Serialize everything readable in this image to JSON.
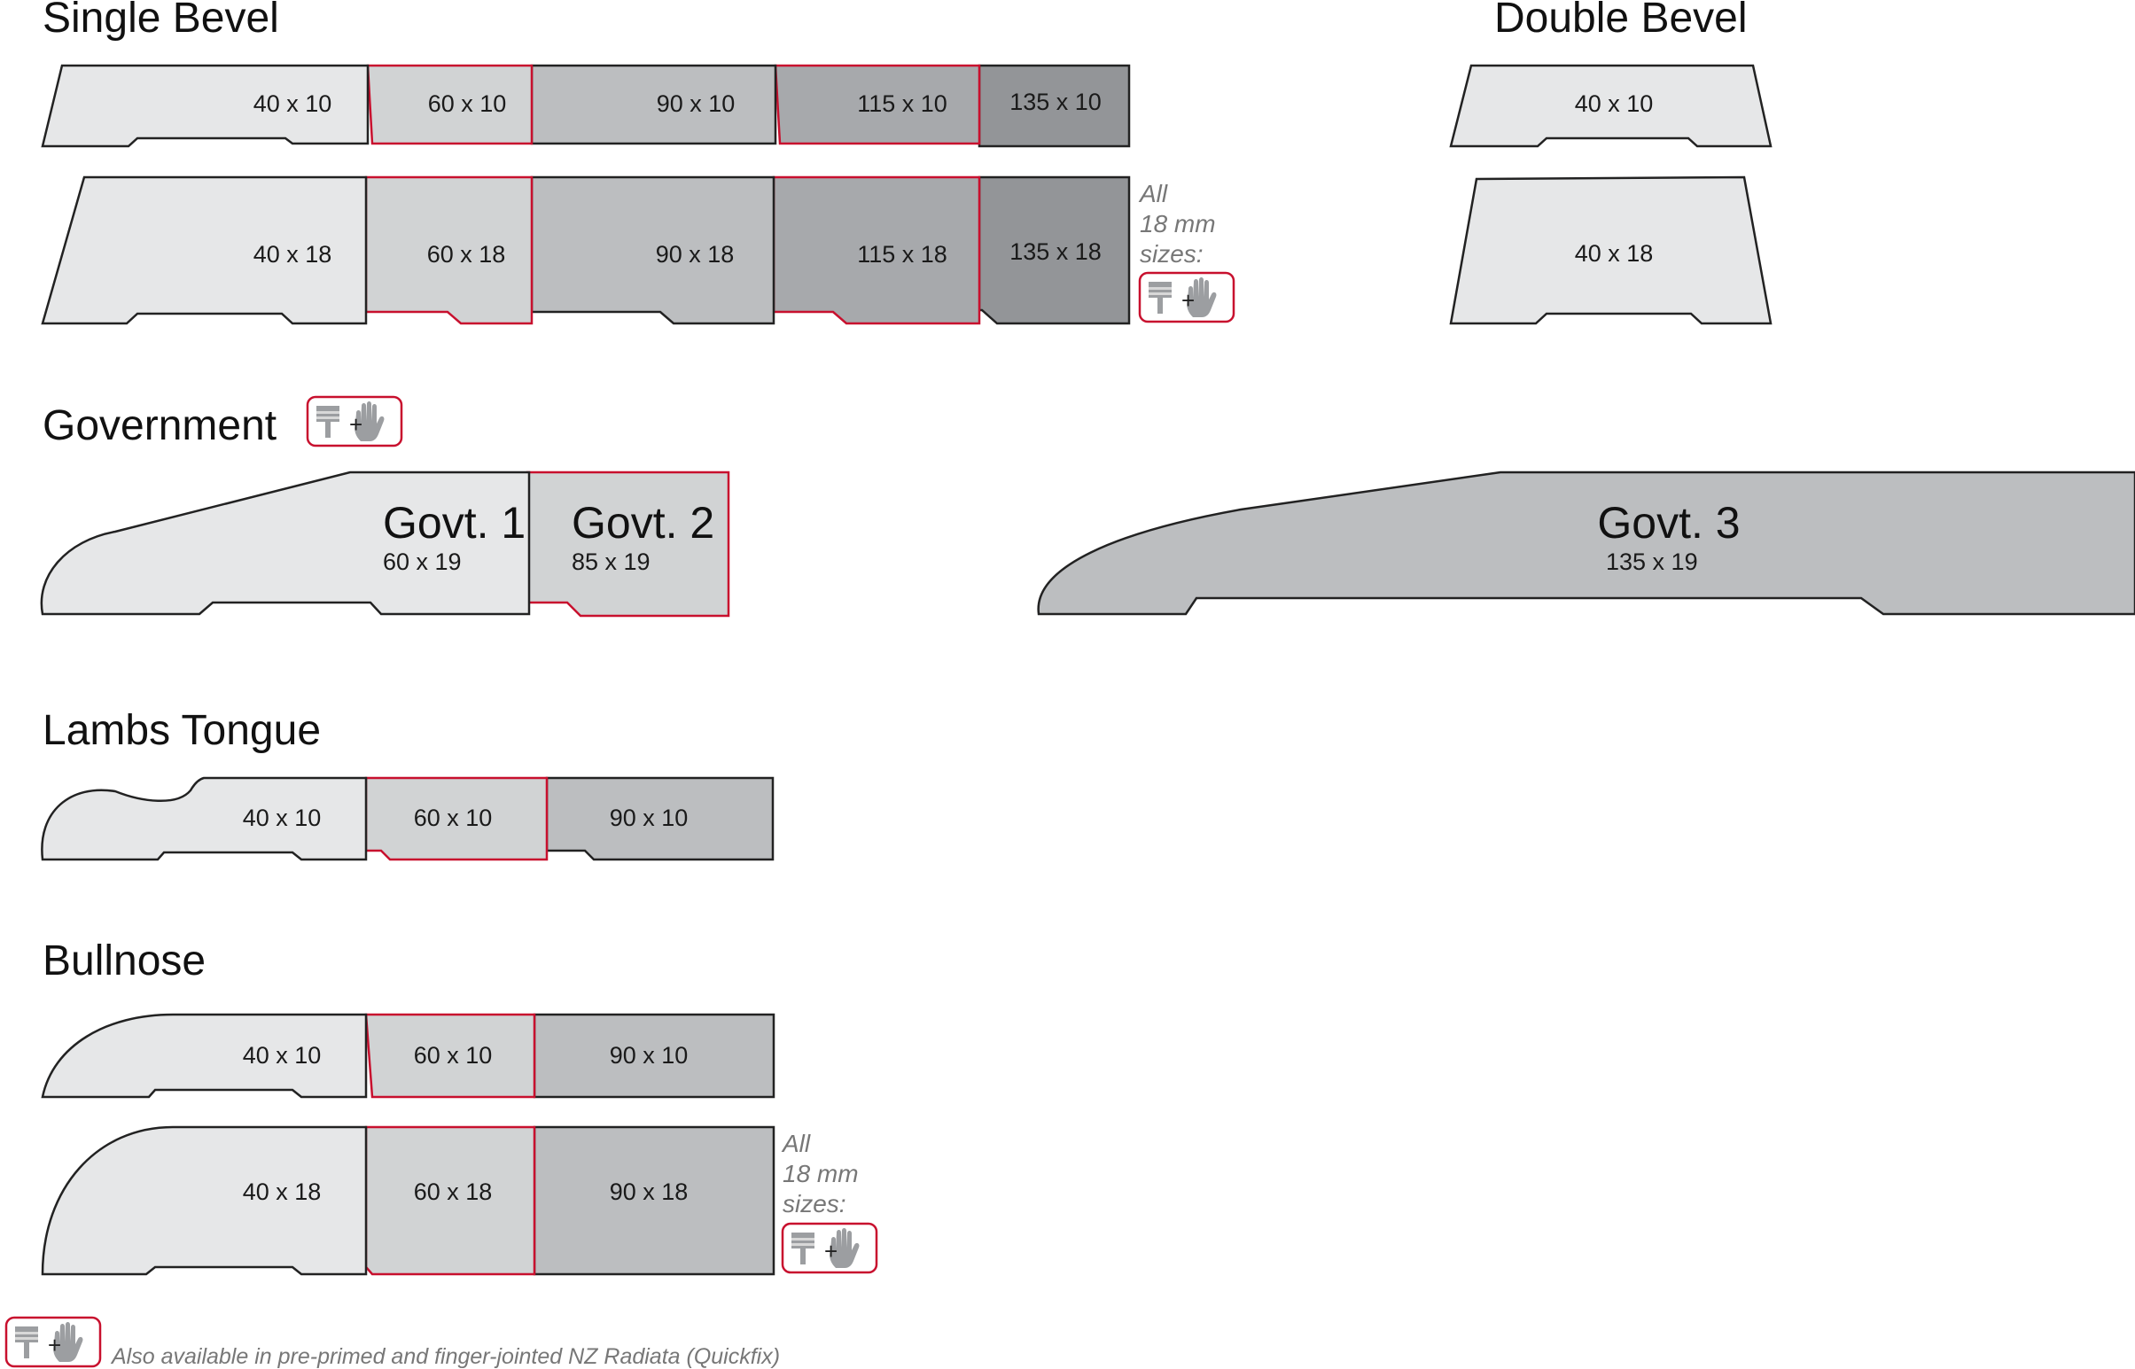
{
  "headings": {
    "single_bevel": "Single Bevel",
    "double_bevel": "Double Bevel",
    "government": "Government",
    "lambs_tongue": "Lambs Tongue",
    "bullnose": "Bullnose"
  },
  "single_bevel": {
    "row_10": [
      "40 x 10",
      "60 x 10",
      "90 x 10",
      "115 x 10",
      "135 x 10"
    ],
    "row_18": [
      "40 x 18",
      "60 x 18",
      "90 x 18",
      "115 x 18",
      "135 x 18"
    ]
  },
  "double_bevel": {
    "row_10": "40 x 10",
    "row_18": "40 x 18"
  },
  "government": {
    "govt1": {
      "name": "Govt. 1",
      "size": "60 x 19"
    },
    "govt2": {
      "name": "Govt. 2",
      "size": "85 x 19"
    },
    "govt3": {
      "name": "Govt. 3",
      "size": "135 x 19"
    }
  },
  "lambs_tongue": {
    "row_10": [
      "40 x 10",
      "60  x 10",
      "90 x 10"
    ]
  },
  "bullnose": {
    "row_10": [
      "40 x 10",
      "60  x 10",
      "90 x 10"
    ],
    "row_18": [
      "40 x 18",
      "60  x 18",
      "90 x 18"
    ]
  },
  "notes": {
    "all_18mm": [
      "All",
      "18 mm",
      "sizes:"
    ],
    "plus": "+",
    "footer": "Also available in pre-primed and finger-jointed NZ Radiata (Quickfix)"
  },
  "icons": {
    "primed": "paint-brush-icon",
    "finger_jointed": "hand-icon"
  },
  "colors": {
    "accent_red": "#c8102e",
    "shade_1": "#e6e7e8",
    "shade_2": "#d1d3d4",
    "shade_3": "#bcbec0",
    "shade_4": "#a7a9ac",
    "shade_5": "#939598",
    "outline": "#222222"
  }
}
